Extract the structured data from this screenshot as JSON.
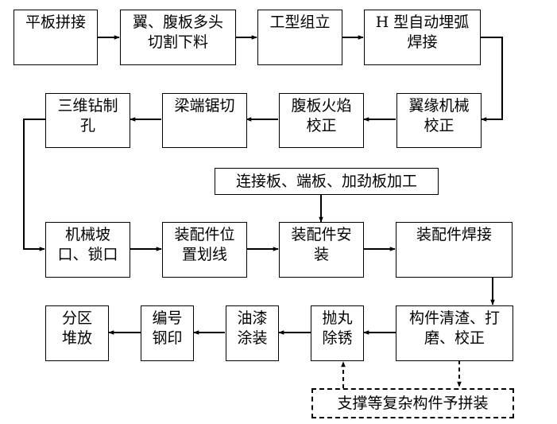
{
  "flowchart": {
    "nodes": {
      "n1": {
        "lines": [
          "平板拼接"
        ]
      },
      "n2": {
        "lines": [
          "翼、腹板多头",
          "切割下料"
        ]
      },
      "n3": {
        "lines": [
          "工型组立"
        ]
      },
      "n4": {
        "lines": [
          "H 型自动埋弧",
          "焊接"
        ]
      },
      "n5": {
        "lines": [
          "翼缘机械",
          "校正"
        ]
      },
      "n6": {
        "lines": [
          "腹板火焰",
          "校正"
        ]
      },
      "n7": {
        "lines": [
          "梁端锯切"
        ]
      },
      "n8": {
        "lines": [
          "三维钻制",
          "孔"
        ]
      },
      "n9": {
        "lines": [
          "连接板、端板、加劲板加工"
        ]
      },
      "n10": {
        "lines": [
          "机械坡",
          "口、锁口"
        ]
      },
      "n11": {
        "lines": [
          "装配件位",
          "置划线"
        ]
      },
      "n12": {
        "lines": [
          "装配件安",
          "装"
        ]
      },
      "n13": {
        "lines": [
          "装配件焊接"
        ]
      },
      "n14": {
        "lines": [
          "构件清渣、打",
          "磨、校正"
        ]
      },
      "n15": {
        "lines": [
          "抛丸",
          "除锈"
        ]
      },
      "n16": {
        "lines": [
          "油漆",
          "涂装"
        ]
      },
      "n17": {
        "lines": [
          "编号",
          "钢印"
        ]
      },
      "n18": {
        "lines": [
          "分区",
          "堆放"
        ]
      },
      "n19": {
        "lines": [
          "支撑等复杂构件予拼装"
        ]
      }
    }
  }
}
